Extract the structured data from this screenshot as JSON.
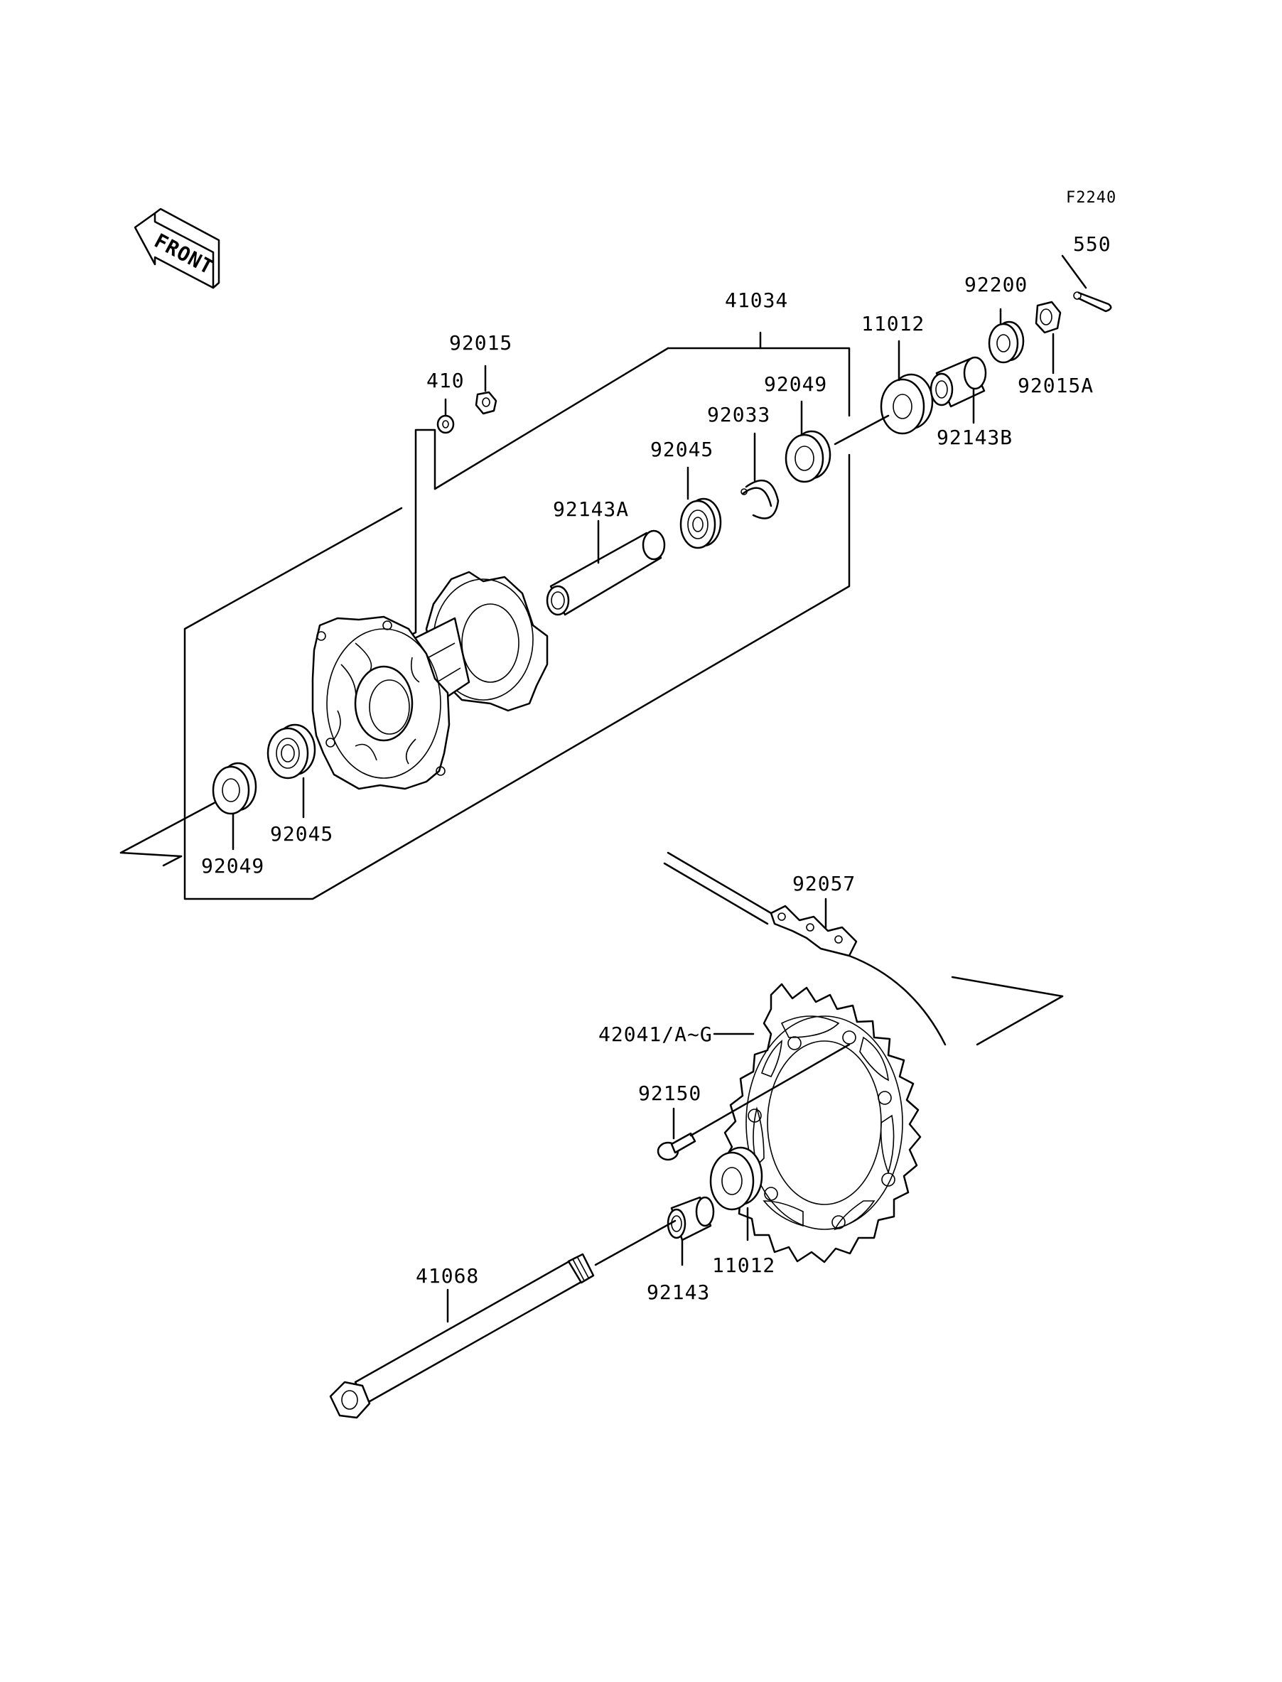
{
  "figure_code": "F2240",
  "front_label": "FRONT",
  "part_labels": {
    "p550": "550",
    "p92200": "92200",
    "p92015A": "92015A",
    "p11012_top": "11012",
    "p92143B": "92143B",
    "p41034": "41034",
    "p92015": "92015",
    "p410": "410",
    "p92049_top": "92049",
    "p92033": "92033",
    "p92045_top": "92045",
    "p92143A": "92143A",
    "p92045_bottom": "92045",
    "p92049_bottom": "92049",
    "p92057": "92057",
    "p42041": "42041/A~G",
    "p92150": "92150",
    "p11012_bottom": "11012",
    "p92143": "92143",
    "p41068": "41068"
  }
}
